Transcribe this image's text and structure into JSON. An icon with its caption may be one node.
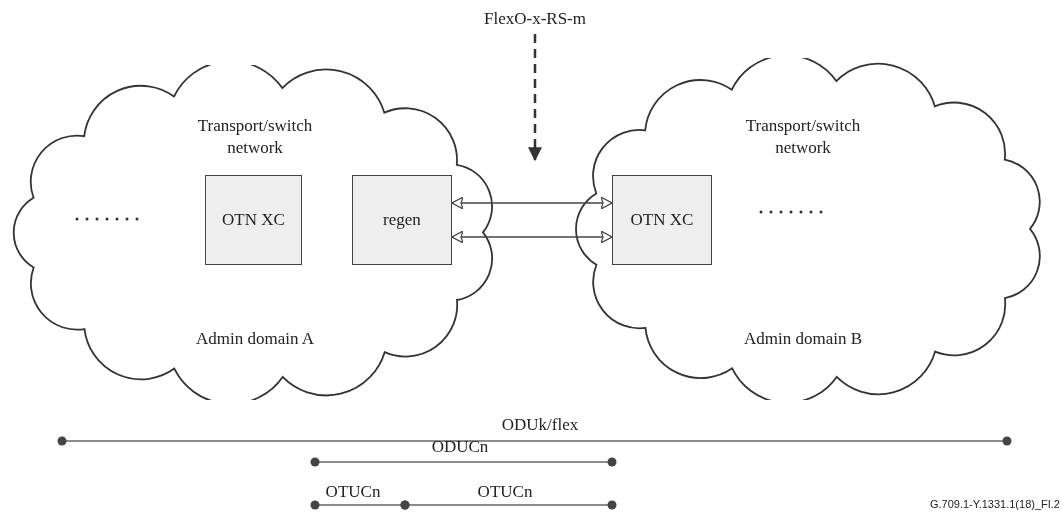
{
  "diagram": {
    "nodes": [
      {
        "text": [
          "Transport/switch network",
          "Admin domain A"
        ]
      },
      {
        "text": [
          "OTN XC"
        ],
        "in": 0
      },
      {
        "text": [
          "regen"
        ],
        "in": 0
      },
      {
        "text": [
          "Transport/switch network",
          "Admin domain B"
        ]
      },
      {
        "text": [
          "OTN XC"
        ],
        "in": 3
      },
      {
        "text": [
          "FlexO-x-RS-m"
        ]
      }
    ],
    "edges": [
      {
        "from": 2,
        "to": 4,
        "arrow": "both"
      },
      {
        "from": 2,
        "to": 4,
        "arrow": "both"
      },
      {
        "from": 5,
        "to": null,
        "arrow": "to",
        "style": "dashed"
      }
    ],
    "labels": [
      "ODUk/flex",
      "ODUCn",
      "OTUCn",
      "OTUCn",
      "G.709.1-Y.1331.1(18)_FI.2"
    ]
  }
}
